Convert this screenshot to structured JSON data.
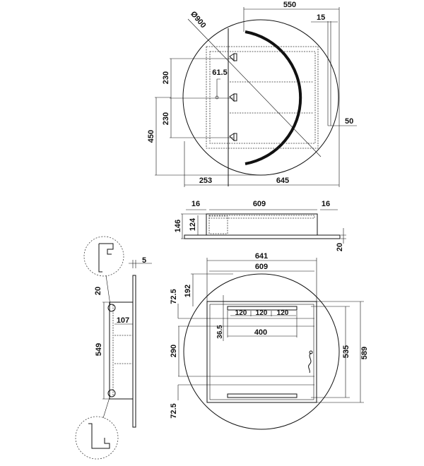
{
  "top_view": {
    "diameter": "Ø900",
    "width_550": "550",
    "offset_15": "15",
    "offset_50": "50",
    "shelf_230_a": "230",
    "shelf_230_b": "230",
    "height_450": "450",
    "left_253": "253",
    "right_645": "645",
    "hinge_61_5": "61.5"
  },
  "plan_view": {
    "left_16": "16",
    "width_609": "609",
    "right_16": "16",
    "depth_146": "146",
    "depth_124": "124",
    "panel_20": "20"
  },
  "side_view": {
    "thickness_5": "5",
    "top_20": "20",
    "depth_107": "107",
    "height_549": "549"
  },
  "front_view": {
    "width_641": "641",
    "width_609": "609",
    "top_192": "192",
    "top_72_5": "72.5",
    "bottom_72_5": "72.5",
    "mid_290": "290",
    "height_535": "535",
    "height_589": "589",
    "bracket_120_a": "120",
    "bracket_120_b": "120",
    "bracket_120_c": "120",
    "bracket_400": "400",
    "offset_36_5": "36.5"
  }
}
